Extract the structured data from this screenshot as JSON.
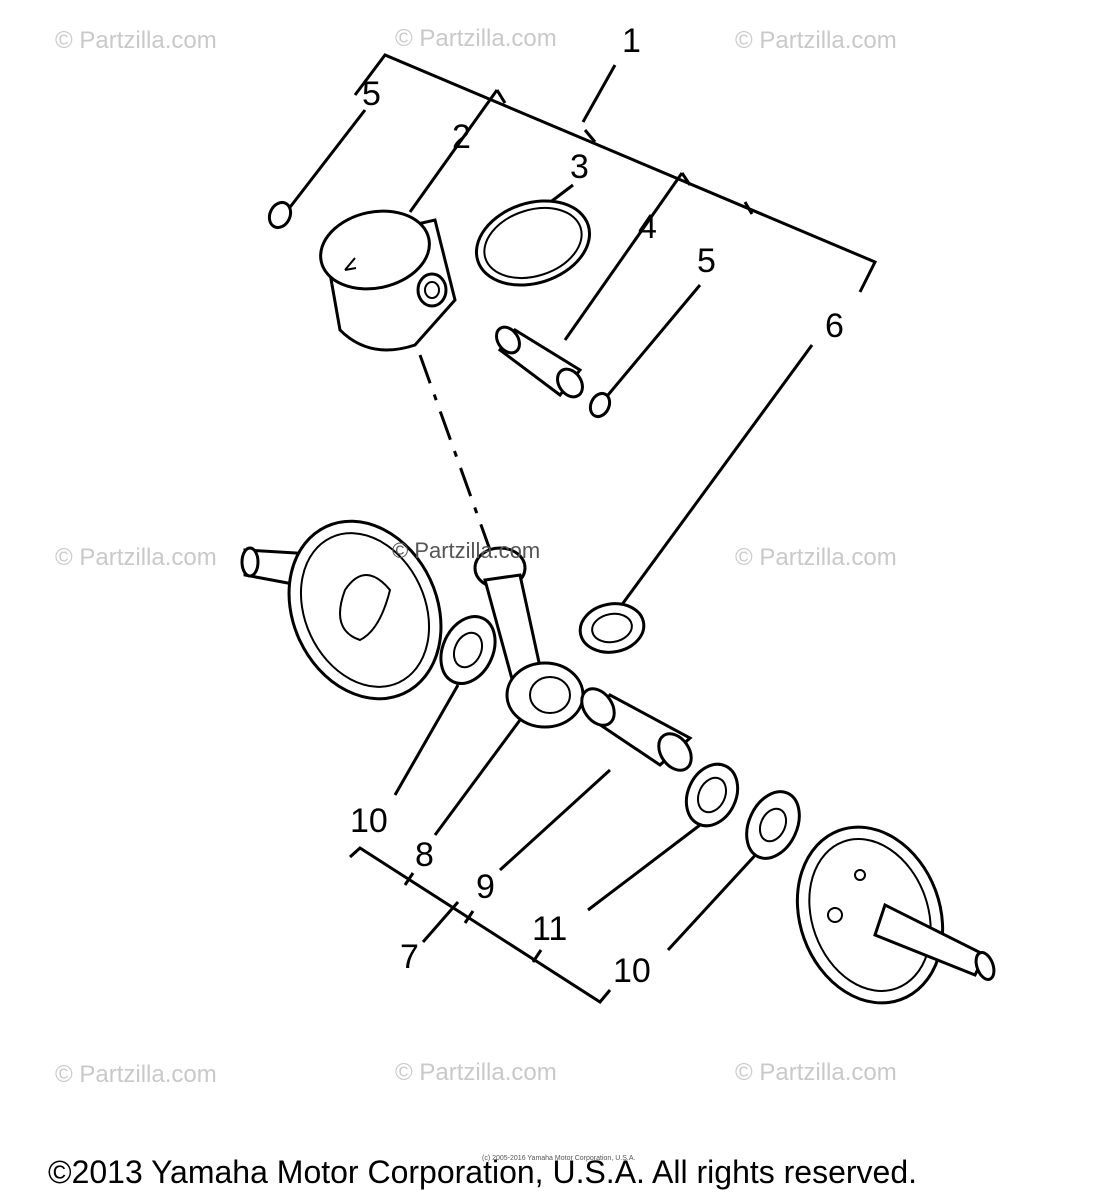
{
  "diagram": {
    "callouts": {
      "c1": "1",
      "c2": "2",
      "c3": "3",
      "c4": "4",
      "c5a": "5",
      "c5b": "5",
      "c6": "6",
      "c7": "7",
      "c8": "8",
      "c9": "9",
      "c10a": "10",
      "c10b": "10",
      "c11": "11"
    },
    "watermark": "© Partzilla.com",
    "center_watermark": "© Partzilla.com",
    "small_notice": "(c) 2005-2016 Yamaha Motor Corporation, U.S.A.",
    "copyright": "©2013 Yamaha Motor Corporation, U.S.A. All rights reserved."
  }
}
